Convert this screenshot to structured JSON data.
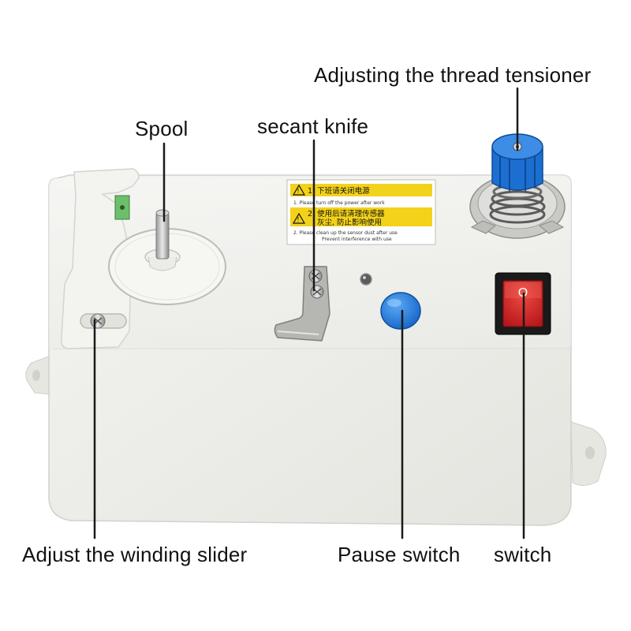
{
  "labels": {
    "spool": "Spool",
    "secant_knife": "secant knife",
    "thread_tensioner": "Adjusting the thread tensioner",
    "winding_slider": "Adjust the winding slider",
    "pause_switch": "Pause switch",
    "power_switch": "switch"
  },
  "warning_label": {
    "line1_cn": "1. 下班请关闭电源",
    "line1_en": "1. Please turn off the power after work",
    "line2_cn_a": "2. 使用后请清理传感器",
    "line2_cn_b": "灰尘, 防止影响使用",
    "line2_en_a": "2. Please clean up the sensor dust after use",
    "line2_en_b": "Prevent interference with use"
  },
  "switch_mark": "O",
  "colors": {
    "housing": "#efefeb",
    "housing_shade": "#dcdcd6",
    "warning_yellow": "#f3d21b",
    "pause_button": "#1f7fe0",
    "tensioner_cap": "#1c6fd1",
    "rocker_red": "#d81e22",
    "rocker_bezel": "#1a1a1a",
    "leader_line": "#1a1a1a"
  }
}
